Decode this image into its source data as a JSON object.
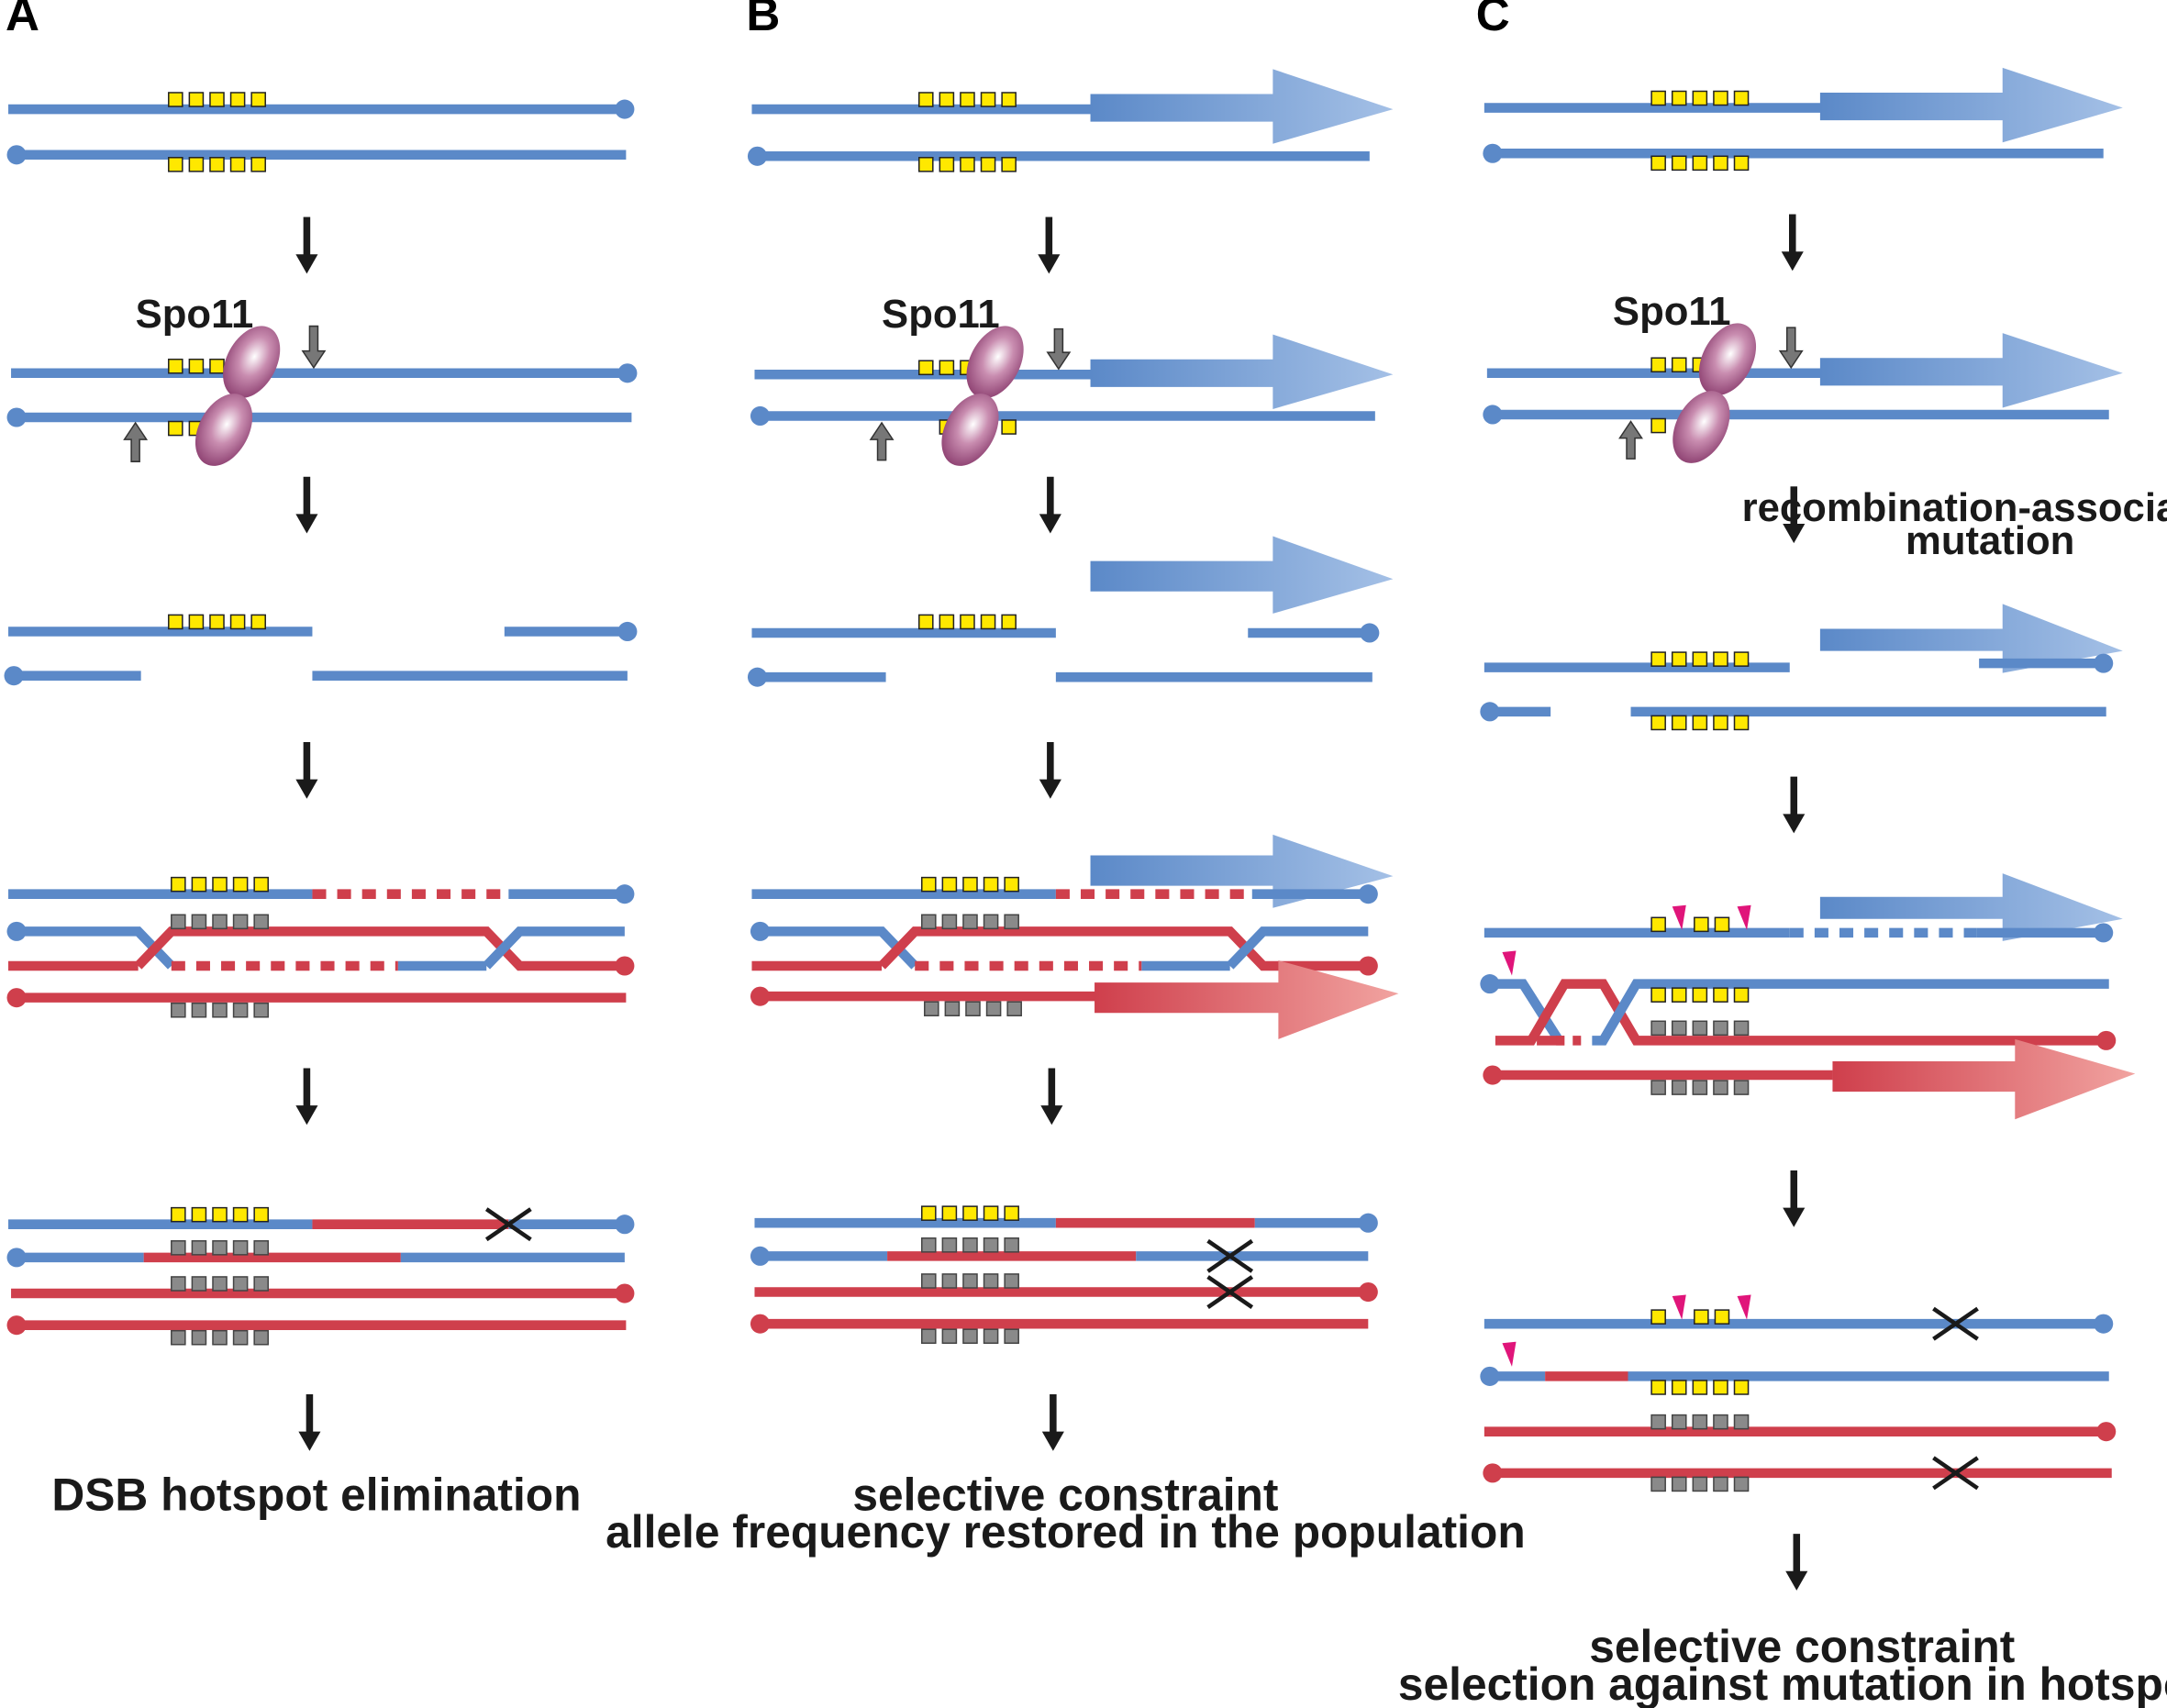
{
  "colors": {
    "blue_strand": "#5b89c8",
    "red_strand": "#cf3f4c",
    "hotspot_motif": "#ffe800",
    "converted_motif": "#8a8a8a",
    "spo11": "#a35a86",
    "mutation_mark": "#e0157a",
    "arrow": "#1a1a1a",
    "cut_arrow": "#777777"
  },
  "icons": [
    "down-arrow-icon",
    "cut-site-arrow-icon",
    "crossover-x-icon",
    "mutation-marker-icon",
    "spo11-protein-icon",
    "gene-arrow-icon"
  ],
  "panels": [
    {
      "letter": "A",
      "spo11_label": "Spo11",
      "caption_lines": [
        "DSB hotspot elimination"
      ]
    },
    {
      "letter": "B",
      "spo11_label": "Spo11",
      "caption_lines": [
        "selective constraint",
        "allele frequency restored in the population"
      ]
    },
    {
      "letter": "C",
      "spo11_label": "Spo11",
      "step_label_lines": [
        "recombination-associated",
        "mutation"
      ],
      "caption_lines": [
        "selective constraint",
        "selection against mutation in hotspot"
      ]
    }
  ]
}
